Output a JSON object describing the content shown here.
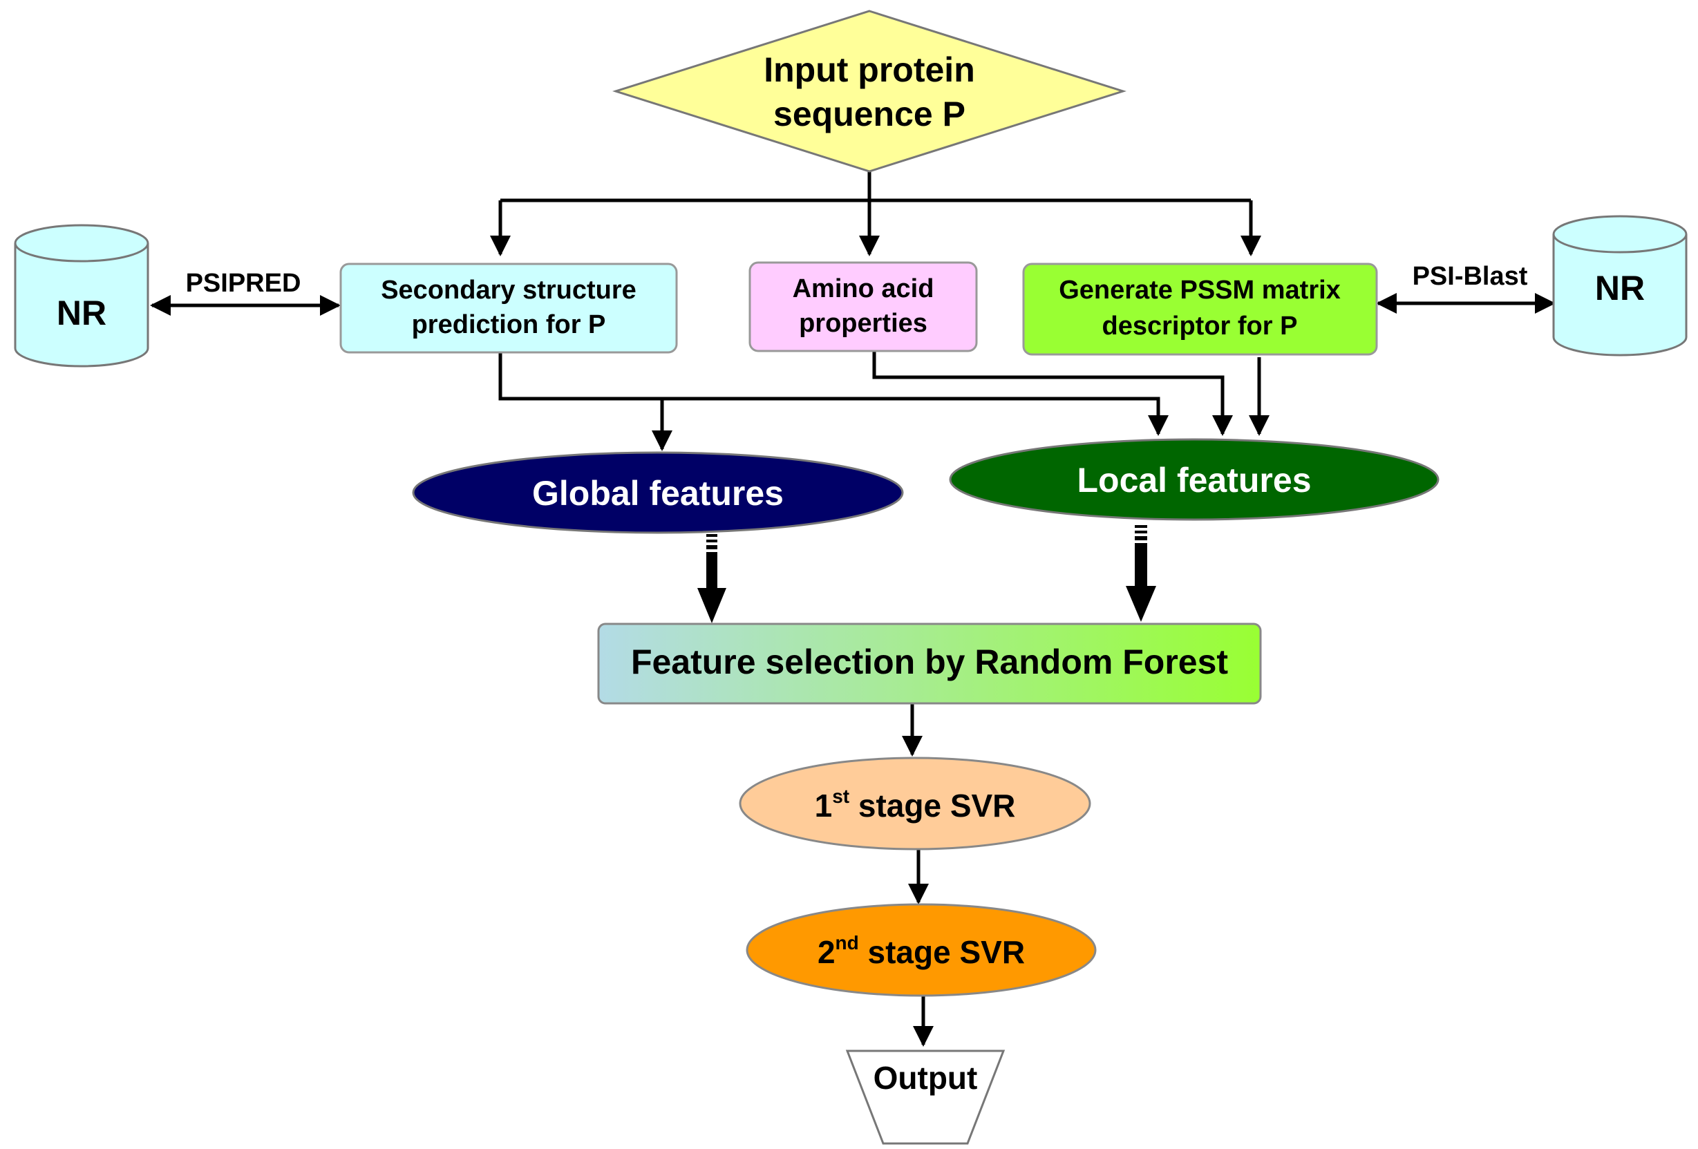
{
  "diagram": {
    "input": {
      "line1": "Input protein",
      "line2": "sequence P"
    },
    "databases": {
      "left": "NR",
      "right": "NR"
    },
    "tools": {
      "left": "PSIPRED",
      "right": "PSI-Blast"
    },
    "boxes": {
      "secondary": {
        "line1": "Secondary structure",
        "line2": "prediction for P"
      },
      "amino": {
        "line1": "Amino acid",
        "line2": "properties"
      },
      "pssm": {
        "line1": "Generate PSSM matrix",
        "line2": "descriptor for P"
      }
    },
    "features": {
      "global": "Global features",
      "local": "Local features"
    },
    "selection": "Feature selection by Random Forest",
    "svr1": {
      "num": "1",
      "sup": "st",
      "rest": " stage SVR"
    },
    "svr2": {
      "num": "2",
      "sup": "nd",
      "rest": " stage SVR"
    },
    "output": "Output"
  },
  "colors": {
    "input_fill": "#ffff99",
    "cylinder_fill": "#ccffff",
    "secondary_fill": "#ccffff",
    "amino_fill": "#ffccff",
    "pssm_fill": "#99ff33",
    "global_fill": "#000066",
    "local_fill": "#006600",
    "selection_gradient_start": "#b3dbe6",
    "selection_gradient_end": "#99ff33",
    "svr1_fill": "#ffcc99",
    "svr2_fill": "#ff9900",
    "output_fill": "#ffffff"
  }
}
